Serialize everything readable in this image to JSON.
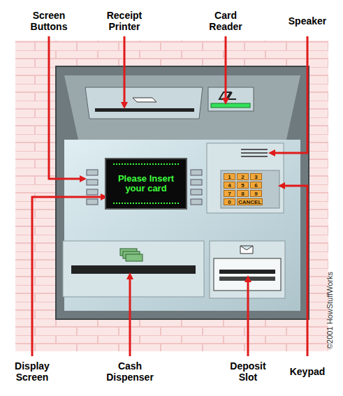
{
  "diagram": {
    "nodes": [
      {
        "text": [
          "Please Insert your card"
        ]
      }
    ],
    "labels": [
      "Screen Buttons",
      "Receipt Printer",
      "Card Reader",
      "Speaker",
      "Display Screen",
      "Cash Dispenser",
      "Deposit Slot",
      "Keypad",
      "1",
      "2",
      "3",
      "4",
      "5",
      "6",
      "7",
      "8",
      "9",
      "0",
      "CANCEL",
      "©2001 HowStuffWorks"
    ]
  }
}
